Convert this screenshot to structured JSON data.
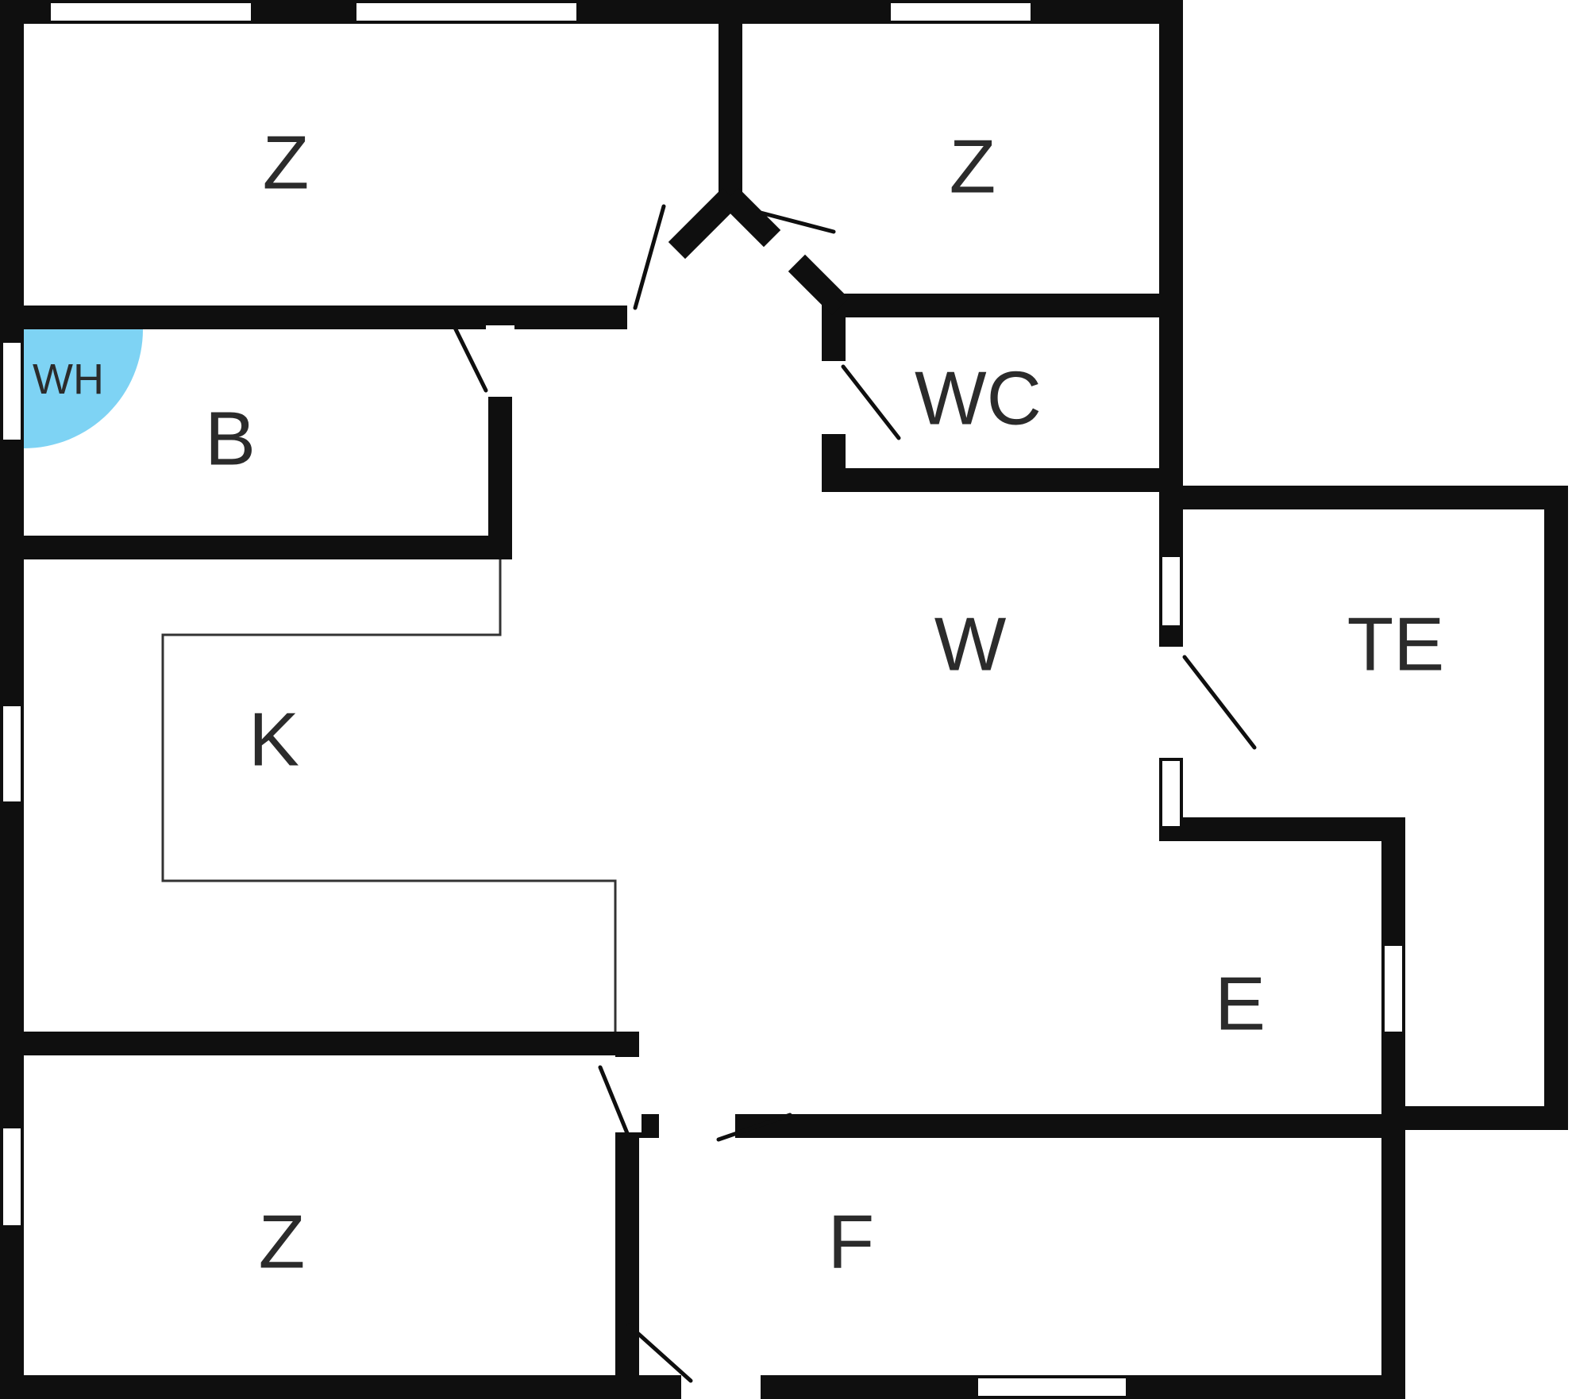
{
  "diagram": {
    "type": "floor-plan",
    "rooms": {
      "z1": "Z",
      "z2": "Z",
      "wc": "WC",
      "b": "B",
      "wh": "WH",
      "k": "K",
      "w": "W",
      "te": "TE",
      "e": "E",
      "z3": "Z",
      "f": "F"
    },
    "colors": {
      "wall": "#0f0f0f",
      "water_heater_fill": "#7ed3f4",
      "label": "#2b2b2b",
      "background": "#ffffff"
    }
  }
}
